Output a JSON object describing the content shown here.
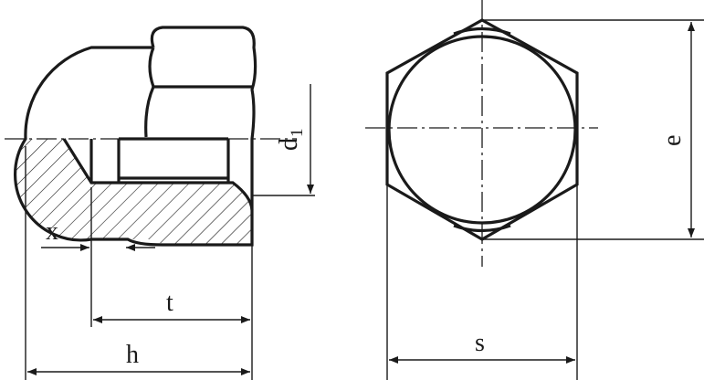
{
  "diagram": {
    "labels": {
      "x": "x",
      "t": "t",
      "h": "h",
      "d1_main": "d",
      "d1_sub": "1",
      "s": "s",
      "e": "e"
    },
    "colors": {
      "line": "#1a1a1a",
      "background": "#ffffff"
    }
  }
}
